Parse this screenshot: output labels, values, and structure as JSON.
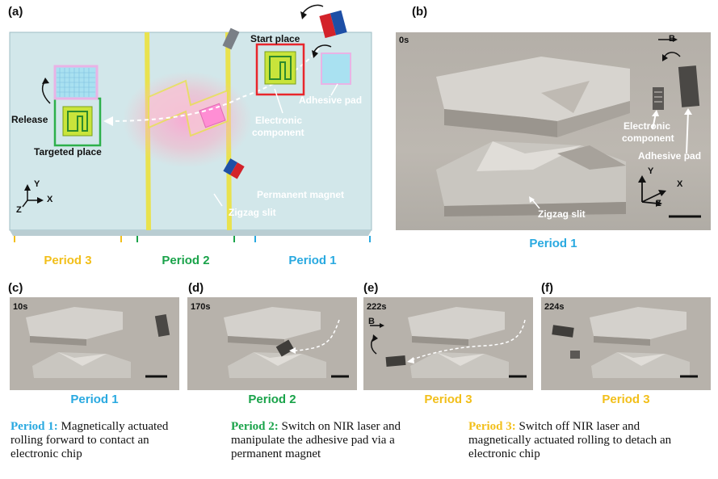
{
  "panels": {
    "a": "(a)",
    "b": "(b)",
    "c": "(c)",
    "d": "(d)",
    "e": "(e)",
    "f": "(f)"
  },
  "schematic": {
    "start_place": "Start place",
    "adhesive_pad": "Adhesive pad",
    "electronic_component_1": "Electronic",
    "electronic_component_2": "component",
    "release": "Release",
    "targeted_place": "Targeted place",
    "permanent_magnet": "Permanent magnet",
    "zigzag_slit": "Zigzag slit",
    "axis_y": "Y",
    "axis_x": "X",
    "axis_z": "Z"
  },
  "periods": {
    "p3": "Period 3",
    "p2": "Period 2",
    "p1": "Period 1",
    "b_period": "Period 1",
    "c_period": "Period 1",
    "d_period": "Period 2",
    "e_period": "Period 3",
    "f_period": "Period 3"
  },
  "photo_b": {
    "time": "0s",
    "field": "B",
    "electronic_1": "Electronic",
    "electronic_2": "component",
    "adhesive_pad": "Adhesive pad",
    "zigzag_slit": "Zigzag slit",
    "axis_y": "Y",
    "axis_x": "X",
    "axis_z": "Z"
  },
  "photos": {
    "c_time": "10s",
    "d_time": "170s",
    "e_time": "222s",
    "e_field": "B",
    "f_time": "224s"
  },
  "captions": {
    "c1_head": "Period 1:",
    "c1_l1": "Magnetically actuated",
    "c1_l2": "rolling forward to contact an",
    "c1_l3": "electronic chip",
    "c2_head": "Period 2:",
    "c2_l1": "Switch on NIR laser and",
    "c2_l2": "manipulate the adhesive pad via a",
    "c2_l3": "permanent magnet",
    "c3_head": "Period 3:",
    "c3_l1": "Switch off NIR laser and",
    "c3_l2": "magnetically actuated rolling to detach an",
    "c3_l3": "electronic chip"
  },
  "colors": {
    "period1": "#29a9e0",
    "period2": "#1aa34a",
    "period3": "#f2bf1a",
    "slit": "#e8e14a",
    "board": "#cfe6ea",
    "target_border": "#2db04b",
    "start_border": "#e8262c"
  }
}
